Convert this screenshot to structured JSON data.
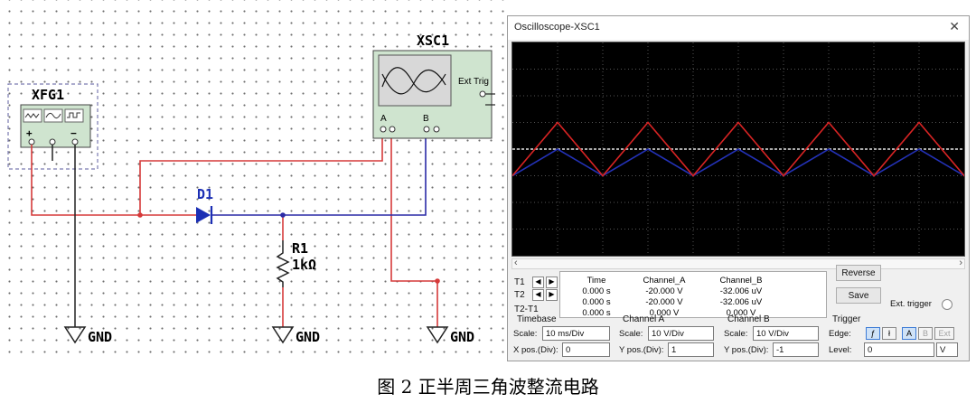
{
  "schematic": {
    "function_generator": {
      "name": "XFG1",
      "terminals": [
        "+",
        "−"
      ]
    },
    "oscilloscope": {
      "name": "XSC1",
      "channel_a": "A",
      "channel_b": "B",
      "ext_trig": "Ext Trig"
    },
    "diode": {
      "name": "D1"
    },
    "resistor": {
      "name": "R1",
      "value": "1kΩ"
    },
    "grounds": [
      "GND",
      "GND",
      "GND"
    ],
    "colors": {
      "wire_red": "#d63a3a",
      "wire_blue": "#2a2aa6",
      "diode_blue": "#1c2fb4"
    }
  },
  "caption": "图 2 正半周三角波整流电路",
  "window": {
    "title": "Oscilloscope-XSC1",
    "close_icon": "close-icon"
  },
  "screen": {
    "background": "#000000",
    "trace_a_color": "#d82424",
    "trace_b_color": "#2432b8",
    "horizontal_divisions": 10,
    "vertical_divisions": 8,
    "channel_a_peak_div": 2,
    "channel_b_peak_div": 1,
    "visible_periods": 5
  },
  "readout": {
    "headers": [
      "Time",
      "Channel_A",
      "Channel_B"
    ],
    "rows": [
      {
        "label": "T1",
        "time": "0.000 s",
        "a": "-20.000 V",
        "b": "-32.006 uV"
      },
      {
        "label": "T2",
        "time": "0.000 s",
        "a": "-20.000 V",
        "b": "-32.006 uV"
      },
      {
        "label": "T2-T1",
        "time": "0.000 s",
        "a": "0.000 V",
        "b": "0.000 V"
      }
    ]
  },
  "buttons": {
    "reverse": "Reverse",
    "save": "Save",
    "ext_trigger": "Ext. trigger"
  },
  "timebase": {
    "title": "Timebase",
    "scale_label": "Scale:",
    "scale": "10 ms/Div",
    "xpos_label": "X pos.(Div):",
    "xpos": "0"
  },
  "channel_a": {
    "title": "Channel A",
    "scale_label": "Scale:",
    "scale": "10  V/Div",
    "ypos_label": "Y pos.(Div):",
    "ypos": "1"
  },
  "channel_b": {
    "title": "Channel B",
    "scale_label": "Scale:",
    "scale": "10  V/Div",
    "ypos_label": "Y pos.(Div):",
    "ypos": "-1"
  },
  "trigger": {
    "title": "Trigger",
    "edge_label": "Edge:",
    "edges": [
      "rising",
      "falling"
    ],
    "sources": [
      "A",
      "B",
      "Ext"
    ],
    "level_label": "Level:",
    "level": "0",
    "level_unit": "V"
  }
}
